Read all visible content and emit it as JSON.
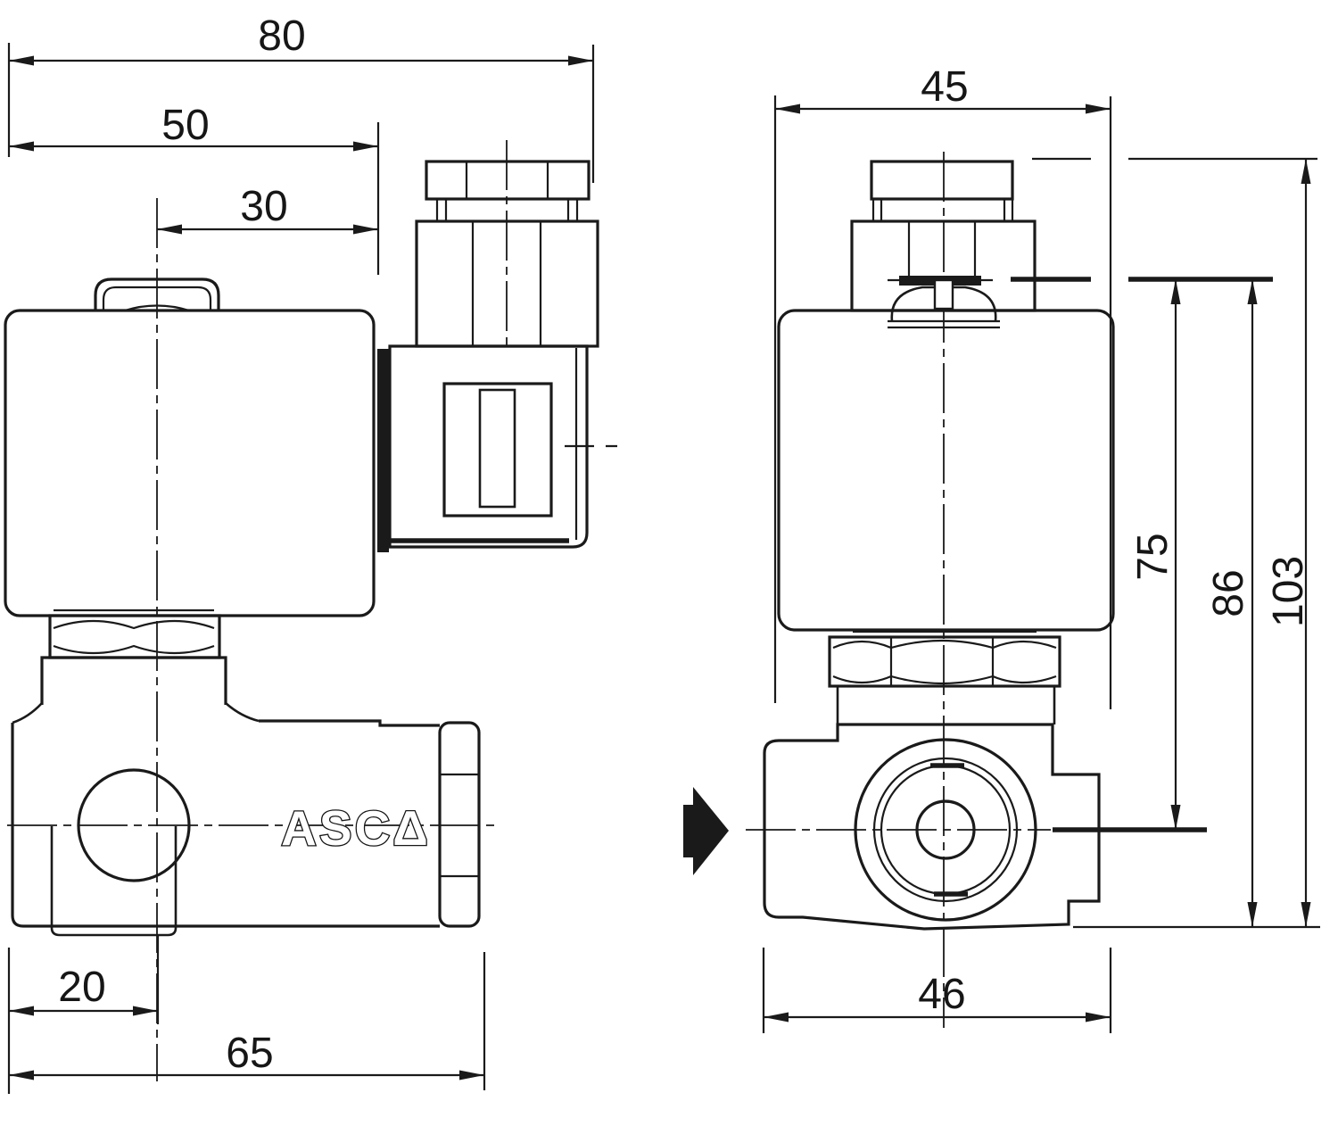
{
  "drawing": {
    "type": "technical-dimension-drawing",
    "subject": "solenoid-valve-two-views",
    "brand_logo": "ASCΔ",
    "colors": {
      "line": "#1a1a1a",
      "background": "#ffffff"
    },
    "views": {
      "side_view": {
        "dimensions": {
          "overall_width": "80",
          "coil_width": "50",
          "center_to_coil_edge": "30",
          "port_center_offset": "20",
          "body_length": "65"
        }
      },
      "front_view": {
        "dimensions": {
          "coil_face_width": "45",
          "port_axis_height": "75",
          "coil_top_height": "86",
          "overall_height": "103",
          "body_width": "46"
        }
      }
    }
  }
}
